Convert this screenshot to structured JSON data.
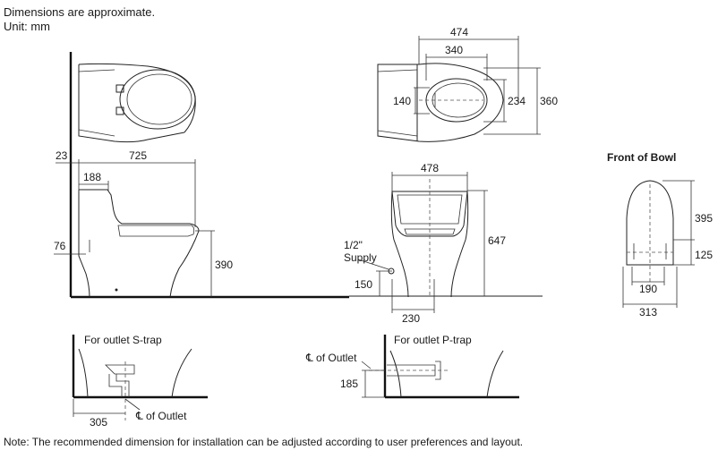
{
  "header": {
    "line1": "Dimensions are approximate.",
    "line2": "Unit: mm"
  },
  "side_view": {
    "dims": {
      "overall_length": "725",
      "top_offset": "23",
      "tank_depth": "188",
      "floor_to_spud": "76",
      "seat_height": "390"
    }
  },
  "top_view": {
    "dims": {
      "outer_width": "474",
      "inner_width": "340",
      "outer_depth": "360",
      "inner_depth": "234",
      "hole_spacing": "140"
    }
  },
  "front_view": {
    "dims": {
      "width": "478",
      "height": "647",
      "base_width": "230",
      "supply_height": "150"
    },
    "supply_label_line1": "1/2\"",
    "supply_label_line2": "Supply"
  },
  "bowl_front": {
    "title": "Front of Bowl",
    "dims": {
      "height_upper": "395",
      "height_lower": "125",
      "inner_width": "190",
      "outer_width": "313"
    }
  },
  "s_trap": {
    "title": "For outlet S-trap",
    "dim": "305",
    "outlet_label": "℄ of Outlet"
  },
  "p_trap": {
    "title": "For outlet P-trap",
    "dim": "185",
    "outlet_label": "℄ of Outlet"
  },
  "footer": {
    "note": "Note: The recommended dimension for installation can be adjusted according to user preferences and layout."
  }
}
